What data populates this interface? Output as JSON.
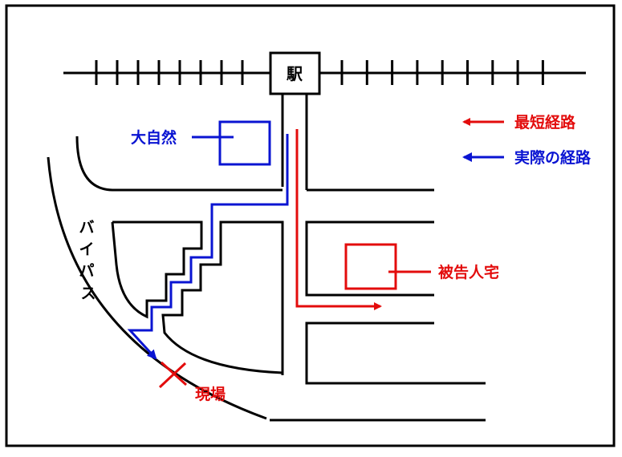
{
  "colors": {
    "road": "#000000",
    "shortest_route": "#e30c0c",
    "actual_route": "#0a14d2",
    "background": "#ffffff"
  },
  "station": {
    "label": "駅"
  },
  "legend": [
    {
      "label": "最短経路",
      "color_key": "shortest_route",
      "icon": "arrow-left-icon"
    },
    {
      "label": "実際の経路",
      "color_key": "actual_route",
      "icon": "arrow-left-icon"
    }
  ],
  "labels": {
    "nature": "大自然",
    "defendant_home": "被告人宅",
    "scene": "現場",
    "bypass": [
      "バ",
      "イ",
      "パ",
      "ス"
    ]
  },
  "railway": {
    "tie_count_left": 8,
    "tie_count_right": 9
  }
}
